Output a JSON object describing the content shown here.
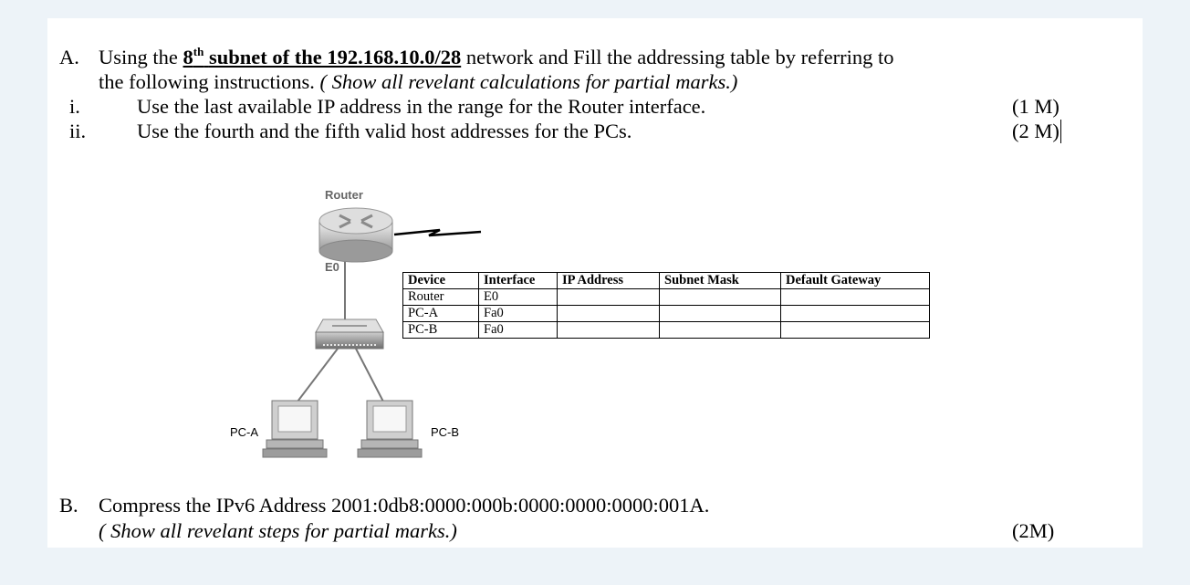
{
  "partA": {
    "letter": "A.",
    "line1_pre": "Using the ",
    "ordinal": "8",
    "ordinal_sup": "th",
    "line1_bold": "subnet of the 192.168.10.0/28",
    "line1_post": " network and Fill the addressing table by referring to",
    "line2_plain": "the following instructions. ",
    "line2_italic": "( Show all revelant calculations for partial marks.)",
    "items": [
      {
        "num": "i.",
        "text": "Use the last available IP address in the range for the Router interface.",
        "marks": "(1 M)"
      },
      {
        "num": "ii.",
        "text": "Use the fourth and the fifth valid host addresses for the PCs.",
        "marks": "(2 M)"
      }
    ]
  },
  "diagram": {
    "router_label": "Router",
    "router_interface": "E0",
    "pc_a_label": "PC-A",
    "pc_b_label": "PC-B"
  },
  "table": {
    "headers": [
      "Device",
      "Interface",
      "IP Address",
      "Subnet Mask",
      "Default Gateway"
    ],
    "rows": [
      [
        "Router",
        "E0",
        "",
        "",
        ""
      ],
      [
        "PC-A",
        "Fa0",
        "",
        "",
        ""
      ],
      [
        "PC-B",
        "Fa0",
        "",
        "",
        ""
      ]
    ]
  },
  "partB": {
    "letter": "B.",
    "line1": "Compress the IPv6 Address 2001:0db8:0000:000b:0000:0000:0000:001A.",
    "line2_italic": "( Show all revelant steps for partial marks.)",
    "marks": "(2M)"
  },
  "colors": {
    "background": "#edf3f8",
    "paper": "#ffffff"
  }
}
